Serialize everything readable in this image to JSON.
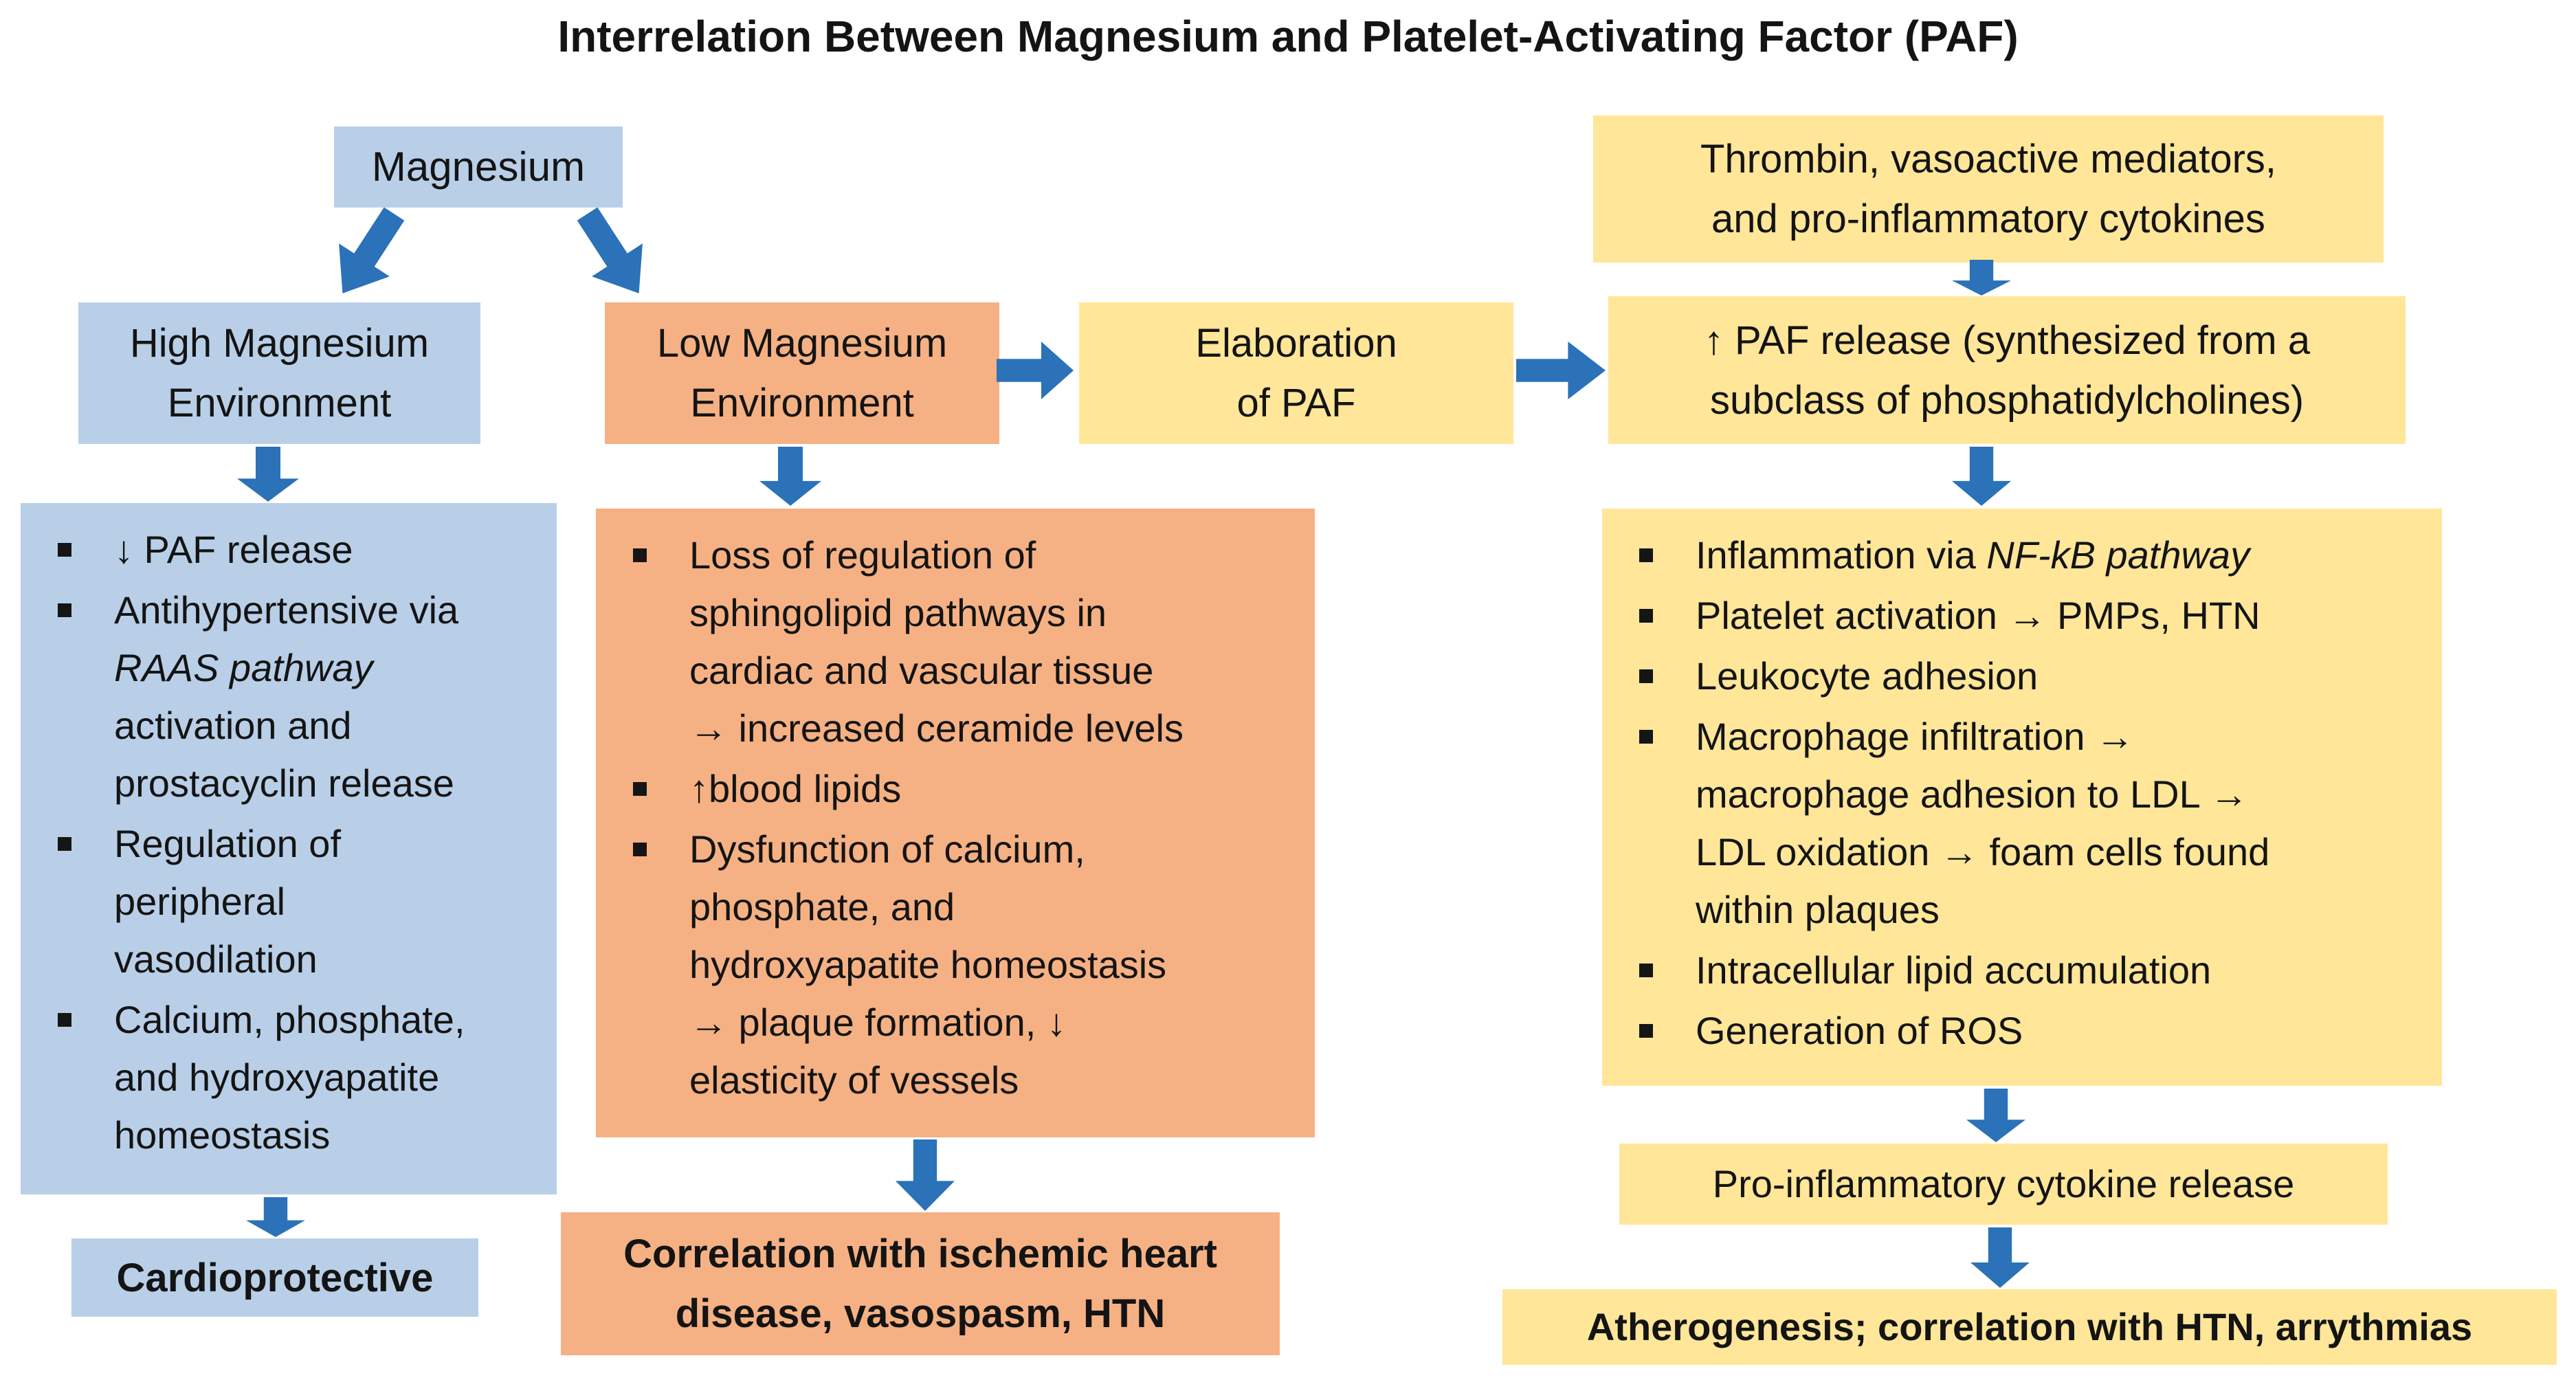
{
  "title": "Interrelation Between Magnesium and Platelet-Activating Factor (PAF)",
  "colors": {
    "box_blue": "#B9CFE8",
    "box_orange": "#F5B183",
    "box_yellow": "#FFE699",
    "arrow_blue": "#2B72B8",
    "ink": "#141414",
    "page_bg": "#FFFFFF"
  },
  "icons": {
    "bullet": "black-square",
    "flow_arrow": "solid-block-arrow"
  },
  "nodes": {
    "magnesium": {
      "label": "Magnesium"
    },
    "high_env": {
      "label": "High Magnesium\nEnvironment"
    },
    "low_env": {
      "label": "Low Magnesium\nEnvironment"
    },
    "elaboration": {
      "label": "Elaboration\nof PAF"
    },
    "thrombin": {
      "label": "Thrombin, vasoactive mediators,\nand pro-inflammatory cytokines"
    },
    "paf_release": {
      "label": "↑ PAF release (synthesized from a\nsubclass of phosphatidylcholines)"
    },
    "high_effects": {
      "items": [
        {
          "text": "↓ PAF release"
        },
        {
          "pre": "Antihypertensive via\n",
          "italic": "RAAS pathway",
          "post": "\nactivation and\nprostacyclin release"
        },
        {
          "text": "Regulation of\nperipheral\nvasodilation"
        },
        {
          "text": "Calcium, phosphate,\nand hydroxyapatite\nhomeostasis"
        }
      ]
    },
    "low_effects": {
      "items": [
        {
          "text": "Loss of regulation of\nsphingolipid pathways in\ncardiac and vascular tissue\n→ increased ceramide levels"
        },
        {
          "text": "↑blood lipids"
        },
        {
          "text": "Dysfunction of calcium,\nphosphate, and\nhydroxyapatite homeostasis\n→ plaque formation, ↓\nelasticity of vessels"
        }
      ]
    },
    "paf_effects": {
      "items": [
        {
          "pre": "Inflammation via ",
          "italic": "NF-kB pathway",
          "post": ""
        },
        {
          "text": "Platelet activation → PMPs, HTN"
        },
        {
          "text": "Leukocyte adhesion"
        },
        {
          "text": "Macrophage infiltration →\nmacrophage adhesion to LDL →\nLDL oxidation → foam cells found\nwithin plaques"
        },
        {
          "text": "Intracellular lipid accumulation"
        },
        {
          "text": "Generation of ROS"
        }
      ]
    },
    "cardioprotective": {
      "label": "Cardioprotective"
    },
    "correlation": {
      "label": "Correlation with ischemic heart\ndisease, vasospasm, HTN"
    },
    "cytokine_release": {
      "label": "Pro-inflammatory cytokine release"
    },
    "atherogenesis": {
      "label": "Atherogenesis; correlation with HTN, arrythmias"
    }
  }
}
